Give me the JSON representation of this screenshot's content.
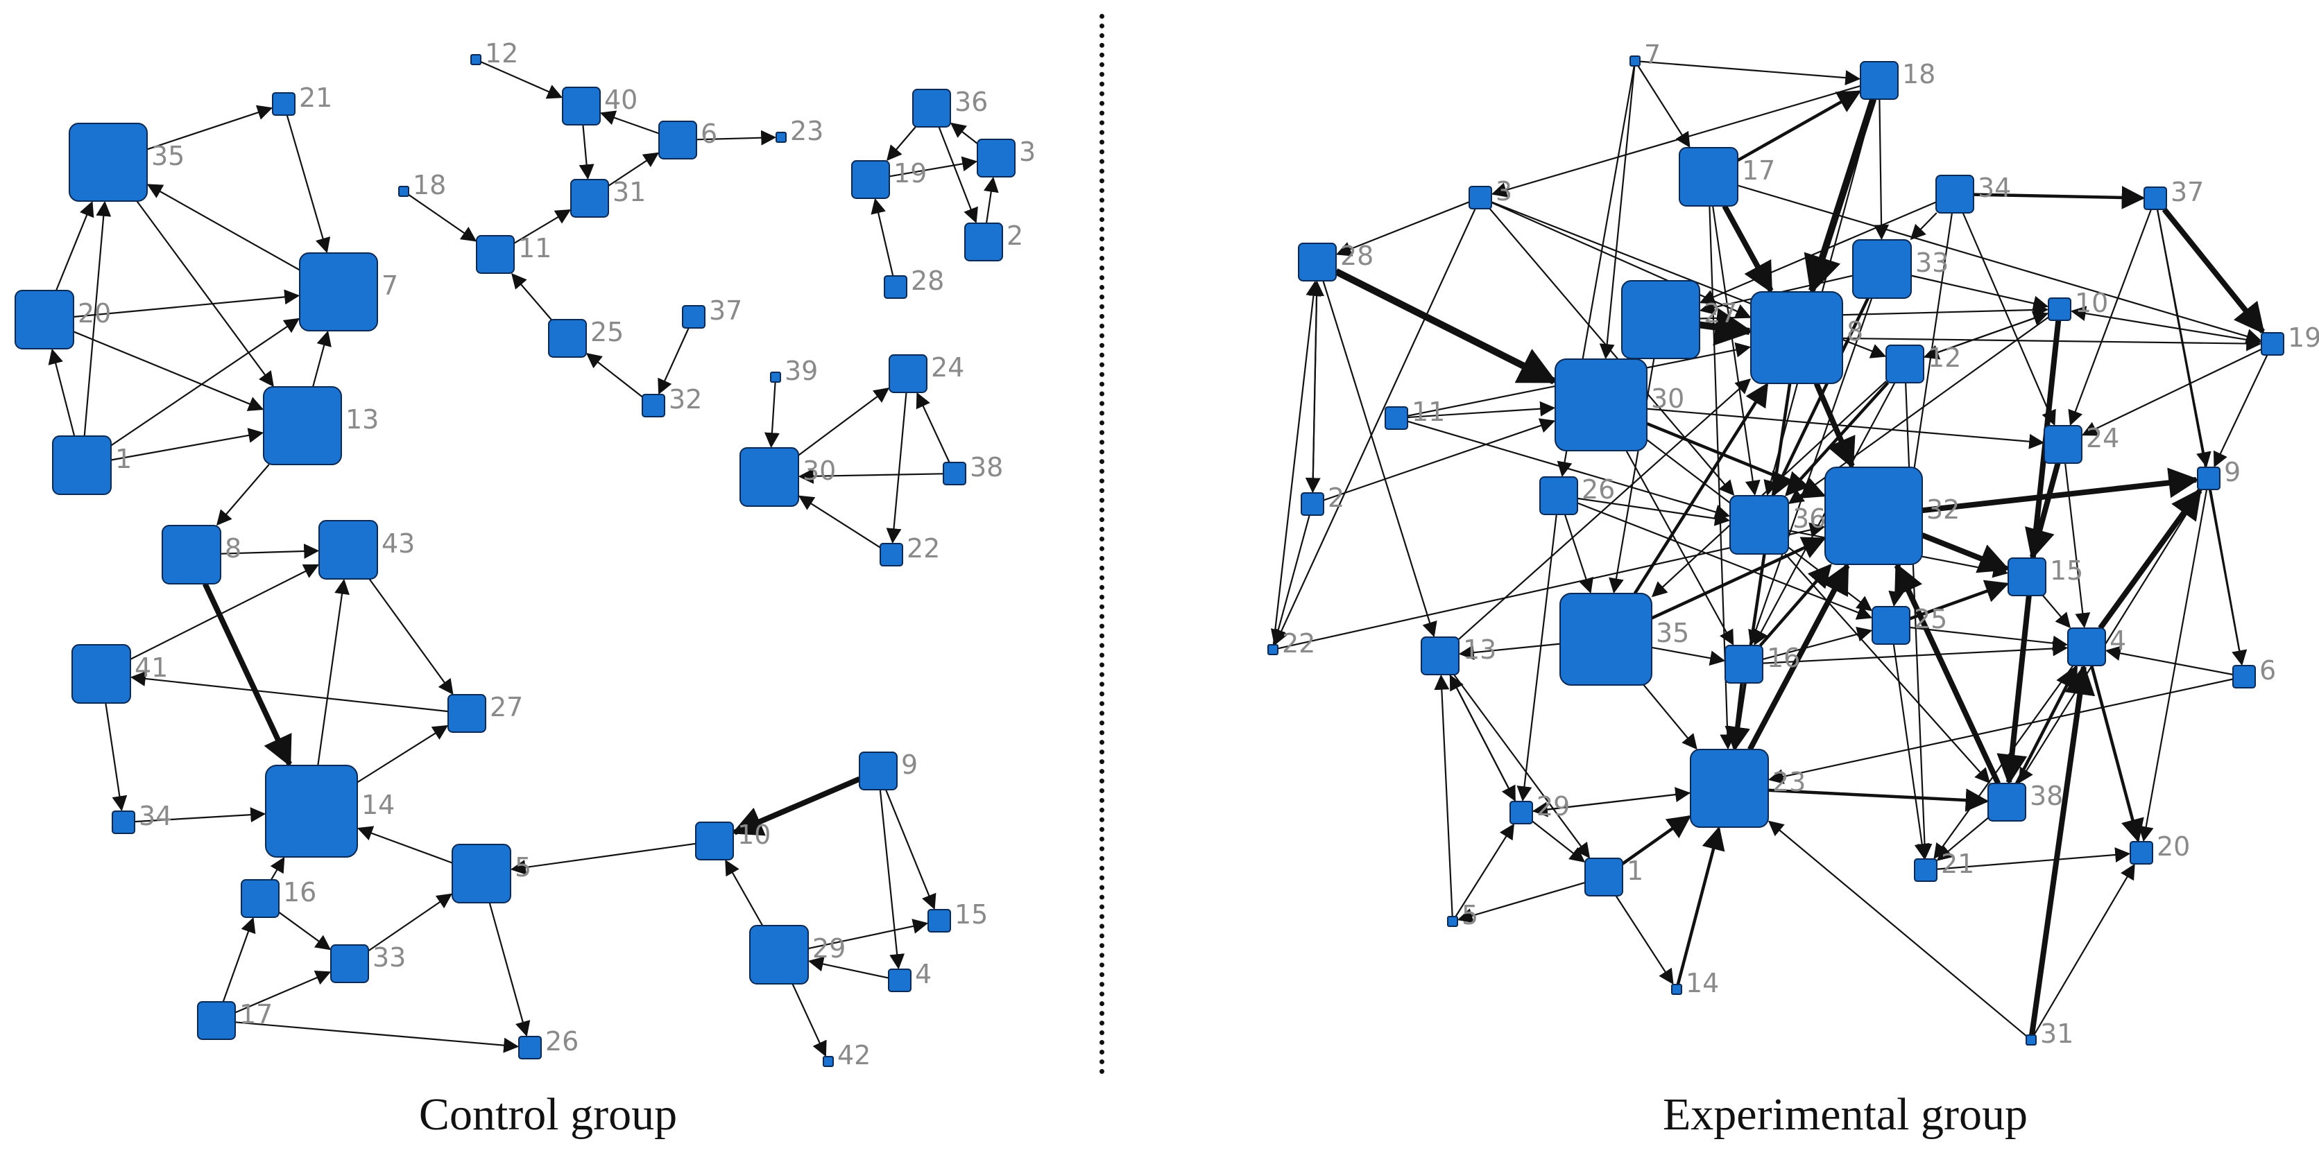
{
  "colors": {
    "node_fill": "#1a73d1",
    "node_stroke": "#0a2a55",
    "edge": "#111111",
    "label": "#8a8a8a"
  },
  "control_group": {
    "caption": "Control group",
    "nodes": [
      {
        "id": "35",
        "size": "xl"
      },
      {
        "id": "21",
        "size": "s"
      },
      {
        "id": "20",
        "size": "l"
      },
      {
        "id": "7",
        "size": "xl"
      },
      {
        "id": "1",
        "size": "l"
      },
      {
        "id": "13",
        "size": "xl"
      },
      {
        "id": "8",
        "size": "l"
      },
      {
        "id": "43",
        "size": "l"
      },
      {
        "id": "41",
        "size": "l"
      },
      {
        "id": "27",
        "size": "m"
      },
      {
        "id": "14",
        "size": "xxl"
      },
      {
        "id": "34",
        "size": "s"
      },
      {
        "id": "16",
        "size": "m"
      },
      {
        "id": "33",
        "size": "m"
      },
      {
        "id": "17",
        "size": "m"
      },
      {
        "id": "5",
        "size": "l"
      },
      {
        "id": "26",
        "size": "s"
      },
      {
        "id": "12",
        "size": "xs"
      },
      {
        "id": "40",
        "size": "m"
      },
      {
        "id": "6",
        "size": "m"
      },
      {
        "id": "23",
        "size": "xs"
      },
      {
        "id": "31",
        "size": "m"
      },
      {
        "id": "18",
        "size": "xs"
      },
      {
        "id": "11",
        "size": "m"
      },
      {
        "id": "25",
        "size": "m"
      },
      {
        "id": "37",
        "size": "s"
      },
      {
        "id": "32",
        "size": "s"
      },
      {
        "id": "36",
        "size": "m"
      },
      {
        "id": "3",
        "size": "m"
      },
      {
        "id": "19",
        "size": "m"
      },
      {
        "id": "2",
        "size": "m"
      },
      {
        "id": "28",
        "size": "s"
      },
      {
        "id": "39",
        "size": "xs"
      },
      {
        "id": "24",
        "size": "m"
      },
      {
        "id": "30",
        "size": "l"
      },
      {
        "id": "38",
        "size": "s"
      },
      {
        "id": "22",
        "size": "s"
      },
      {
        "id": "9",
        "size": "m"
      },
      {
        "id": "10",
        "size": "m"
      },
      {
        "id": "15",
        "size": "s"
      },
      {
        "id": "29",
        "size": "l"
      },
      {
        "id": "4",
        "size": "s"
      },
      {
        "id": "42",
        "size": "xs"
      }
    ],
    "edges": [
      [
        "35",
        "21",
        1
      ],
      [
        "21",
        "7",
        1
      ],
      [
        "7",
        "35",
        1
      ],
      [
        "20",
        "35",
        1
      ],
      [
        "1",
        "35",
        1
      ],
      [
        "20",
        "7",
        1
      ],
      [
        "1",
        "7",
        1
      ],
      [
        "20",
        "13",
        1
      ],
      [
        "1",
        "13",
        1
      ],
      [
        "1",
        "20",
        1
      ],
      [
        "35",
        "13",
        1
      ],
      [
        "13",
        "7",
        1
      ],
      [
        "13",
        "8",
        1
      ],
      [
        "8",
        "43",
        1
      ],
      [
        "41",
        "43",
        1
      ],
      [
        "8",
        "14",
        3
      ],
      [
        "14",
        "43",
        1
      ],
      [
        "14",
        "27",
        1
      ],
      [
        "43",
        "27",
        1
      ],
      [
        "27",
        "41",
        1
      ],
      [
        "41",
        "34",
        1
      ],
      [
        "34",
        "14",
        1
      ],
      [
        "16",
        "14",
        1
      ],
      [
        "16",
        "33",
        1
      ],
      [
        "17",
        "16",
        1
      ],
      [
        "17",
        "33",
        1
      ],
      [
        "33",
        "5",
        1
      ],
      [
        "5",
        "14",
        1
      ],
      [
        "5",
        "26",
        1
      ],
      [
        "17",
        "26",
        1
      ],
      [
        "10",
        "5",
        1
      ],
      [
        "9",
        "10",
        3
      ],
      [
        "9",
        "15",
        1
      ],
      [
        "9",
        "4",
        1
      ],
      [
        "29",
        "15",
        1
      ],
      [
        "29",
        "10",
        1
      ],
      [
        "4",
        "29",
        1
      ],
      [
        "29",
        "42",
        1
      ],
      [
        "12",
        "40",
        1
      ],
      [
        "40",
        "31",
        1
      ],
      [
        "6",
        "40",
        1
      ],
      [
        "31",
        "6",
        1
      ],
      [
        "6",
        "23",
        1
      ],
      [
        "18",
        "11",
        1
      ],
      [
        "11",
        "31",
        1
      ],
      [
        "25",
        "11",
        1
      ],
      [
        "37",
        "32",
        1
      ],
      [
        "32",
        "25",
        1
      ],
      [
        "36",
        "19",
        1
      ],
      [
        "36",
        "2",
        1
      ],
      [
        "3",
        "36",
        1
      ],
      [
        "19",
        "3",
        1
      ],
      [
        "2",
        "3",
        1
      ],
      [
        "28",
        "19",
        1
      ],
      [
        "39",
        "30",
        1
      ],
      [
        "30",
        "24",
        1
      ],
      [
        "38",
        "30",
        1
      ],
      [
        "38",
        "24",
        1
      ],
      [
        "24",
        "22",
        1
      ],
      [
        "22",
        "30",
        1
      ]
    ]
  },
  "experimental_group": {
    "caption": "Experimental group",
    "nodes": [
      {
        "id": "7",
        "size": "xs"
      },
      {
        "id": "18",
        "size": "m"
      },
      {
        "id": "17",
        "size": "l"
      },
      {
        "id": "34",
        "size": "m"
      },
      {
        "id": "3",
        "size": "s"
      },
      {
        "id": "37",
        "size": "s"
      },
      {
        "id": "28",
        "size": "m"
      },
      {
        "id": "33",
        "size": "l"
      },
      {
        "id": "27",
        "size": "xl"
      },
      {
        "id": "8",
        "size": "xxl"
      },
      {
        "id": "10",
        "size": "s"
      },
      {
        "id": "19",
        "size": "s"
      },
      {
        "id": "12",
        "size": "m"
      },
      {
        "id": "30",
        "size": "xxl"
      },
      {
        "id": "11",
        "size": "s"
      },
      {
        "id": "24",
        "size": "m"
      },
      {
        "id": "9",
        "size": "s"
      },
      {
        "id": "2",
        "size": "s"
      },
      {
        "id": "26",
        "size": "m"
      },
      {
        "id": "36",
        "size": "l"
      },
      {
        "id": "32",
        "size": "xxxl"
      },
      {
        "id": "15",
        "size": "m"
      },
      {
        "id": "35",
        "size": "xxl"
      },
      {
        "id": "16",
        "size": "m"
      },
      {
        "id": "25",
        "size": "m"
      },
      {
        "id": "22",
        "size": "xs"
      },
      {
        "id": "13",
        "size": "m"
      },
      {
        "id": "4",
        "size": "m"
      },
      {
        "id": "6",
        "size": "s"
      },
      {
        "id": "23",
        "size": "xl"
      },
      {
        "id": "38",
        "size": "m"
      },
      {
        "id": "29",
        "size": "s"
      },
      {
        "id": "1",
        "size": "m"
      },
      {
        "id": "21",
        "size": "s"
      },
      {
        "id": "20",
        "size": "s"
      },
      {
        "id": "5",
        "size": "xs"
      },
      {
        "id": "14",
        "size": "xs"
      },
      {
        "id": "31",
        "size": "xs"
      }
    ],
    "edges": [
      [
        "28",
        "30",
        4
      ],
      [
        "27",
        "8",
        4
      ],
      [
        "17",
        "8",
        3
      ],
      [
        "18",
        "8",
        4
      ],
      [
        "8",
        "32",
        3
      ],
      [
        "30",
        "32",
        2
      ],
      [
        "23",
        "32",
        3
      ],
      [
        "32",
        "9",
        3
      ],
      [
        "32",
        "15",
        3
      ],
      [
        "24",
        "15",
        3
      ],
      [
        "10",
        "38",
        3
      ],
      [
        "38",
        "32",
        3
      ],
      [
        "31",
        "4",
        3
      ],
      [
        "4",
        "9",
        3
      ],
      [
        "37",
        "19",
        3
      ],
      [
        "14",
        "23",
        2
      ],
      [
        "23",
        "38",
        2
      ],
      [
        "8",
        "23",
        2
      ],
      [
        "17",
        "18",
        2
      ],
      [
        "34",
        "37",
        2
      ],
      [
        "2",
        "30",
        1
      ],
      [
        "11",
        "30",
        1
      ],
      [
        "35",
        "8",
        2
      ],
      [
        "35",
        "32",
        2
      ],
      [
        "12",
        "36",
        2
      ],
      [
        "33",
        "36",
        2
      ],
      [
        "16",
        "23",
        2
      ],
      [
        "25",
        "15",
        2
      ],
      [
        "16",
        "32",
        2
      ],
      [
        "27",
        "30",
        2
      ],
      [
        "1",
        "23",
        2
      ],
      [
        "4",
        "20",
        2
      ],
      [
        "38",
        "4",
        2
      ],
      [
        "12",
        "35",
        1
      ],
      [
        "3",
        "12",
        1
      ],
      [
        "3",
        "8",
        1
      ],
      [
        "3",
        "36",
        1
      ],
      [
        "3",
        "22",
        1
      ],
      [
        "28",
        "2",
        1
      ],
      [
        "22",
        "28",
        1
      ],
      [
        "2",
        "28",
        1
      ],
      [
        "7",
        "17",
        1
      ],
      [
        "7",
        "18",
        1
      ],
      [
        "7",
        "26",
        1
      ],
      [
        "7",
        "30",
        1
      ],
      [
        "18",
        "33",
        1
      ],
      [
        "34",
        "33",
        1
      ],
      [
        "34",
        "27",
        1
      ],
      [
        "37",
        "24",
        1
      ],
      [
        "37",
        "6",
        1
      ],
      [
        "19",
        "10",
        1
      ],
      [
        "19",
        "24",
        1
      ],
      [
        "19",
        "9",
        1
      ],
      [
        "9",
        "38",
        1
      ],
      [
        "6",
        "23",
        1
      ],
      [
        "6",
        "4",
        1
      ],
      [
        "9",
        "6",
        1
      ],
      [
        "9",
        "20",
        1
      ],
      [
        "21",
        "20",
        1
      ],
      [
        "4",
        "21",
        1
      ],
      [
        "38",
        "21",
        1
      ],
      [
        "29",
        "23",
        1
      ],
      [
        "29",
        "13",
        1
      ],
      [
        "13",
        "29",
        1
      ],
      [
        "5",
        "29",
        1
      ],
      [
        "5",
        "13",
        1
      ],
      [
        "1",
        "5",
        1
      ],
      [
        "1",
        "14",
        1
      ],
      [
        "13",
        "1",
        1
      ],
      [
        "29",
        "1",
        1
      ],
      [
        "31",
        "23",
        1
      ],
      [
        "31",
        "20",
        1
      ],
      [
        "35",
        "13",
        1
      ],
      [
        "26",
        "35",
        1
      ],
      [
        "26",
        "36",
        1
      ],
      [
        "11",
        "8",
        1
      ],
      [
        "11",
        "36",
        1
      ],
      [
        "13",
        "8",
        1
      ],
      [
        "22",
        "32",
        1
      ],
      [
        "28",
        "13",
        1
      ],
      [
        "10",
        "12",
        1
      ],
      [
        "10",
        "36",
        1
      ],
      [
        "12",
        "10",
        1
      ],
      [
        "33",
        "10",
        1
      ],
      [
        "27",
        "10",
        1
      ],
      [
        "8",
        "19",
        1
      ],
      [
        "17",
        "19",
        1
      ],
      [
        "34",
        "24",
        1
      ],
      [
        "36",
        "15",
        1
      ],
      [
        "36",
        "38",
        1
      ],
      [
        "16",
        "25",
        1
      ],
      [
        "25",
        "21",
        1
      ],
      [
        "35",
        "23",
        1
      ],
      [
        "35",
        "16",
        1
      ],
      [
        "23",
        "29",
        1
      ],
      [
        "26",
        "25",
        1
      ],
      [
        "30",
        "24",
        1
      ],
      [
        "30",
        "16",
        1
      ],
      [
        "27",
        "35",
        1
      ],
      [
        "33",
        "27",
        1
      ],
      [
        "18",
        "36",
        1
      ],
      [
        "17",
        "23",
        1
      ],
      [
        "12",
        "21",
        1
      ],
      [
        "15",
        "4",
        1
      ],
      [
        "24",
        "4",
        1
      ],
      [
        "25",
        "4",
        1
      ],
      [
        "16",
        "4",
        1
      ],
      [
        "2",
        "22",
        1
      ],
      [
        "26",
        "29",
        1
      ],
      [
        "30",
        "25",
        1
      ],
      [
        "37",
        "9",
        1
      ],
      [
        "3",
        "28",
        1
      ],
      [
        "18",
        "3",
        1
      ],
      [
        "34",
        "25",
        1
      ],
      [
        "17",
        "36",
        1
      ],
      [
        "12",
        "16",
        1
      ],
      [
        "33",
        "16",
        1
      ]
    ]
  }
}
